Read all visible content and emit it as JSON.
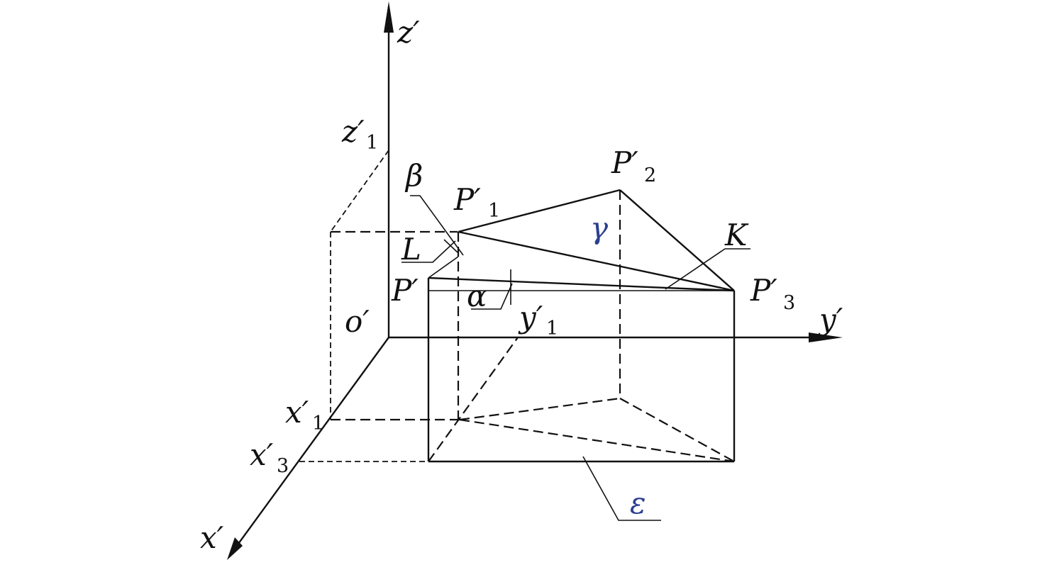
{
  "labels": {
    "z_axis": "z′",
    "y_axis": "y′",
    "x_axis": "x′",
    "origin": "o′",
    "z1": "z′",
    "z1_sub": "1",
    "x1": "x′",
    "x1_sub": "1",
    "x3": "x′",
    "x3_sub": "3",
    "y1": "y′",
    "y1_sub": "1",
    "p": "P′",
    "p1": "P′",
    "p1_sub": "1",
    "p2": "P′",
    "p2_sub": "2",
    "p3": "P′",
    "p3_sub": "3",
    "beta": "β",
    "alpha": "α",
    "L": "L",
    "K": "K",
    "gamma": "γ",
    "epsilon": "ε"
  },
  "colors": {
    "line": "#111111",
    "greek_accent": "#2b3f8f"
  }
}
